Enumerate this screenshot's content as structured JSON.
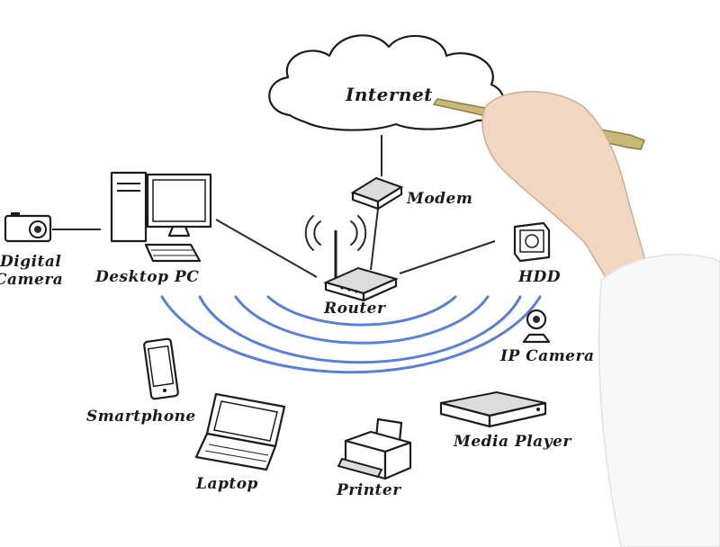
{
  "nodes": {
    "internet": "Internet",
    "modem": "Modem",
    "router": "Router",
    "desktop_pc": "Desktop PC",
    "digital_camera_line1": "Digital",
    "digital_camera_line2": "Camera",
    "hdd": "HDD",
    "ip_camera": "IP Camera",
    "smartphone": "Smartphone",
    "laptop": "Laptop",
    "printer": "Printer",
    "media_player": "Media Player"
  },
  "colors": {
    "wifi_waves": "#5b7fd6",
    "ink": "#1c1c1c",
    "pen": "#c9b978"
  },
  "icons": {
    "internet": "cloud-icon",
    "modem": "modem-icon",
    "router": "router-icon",
    "desktop_pc": "desktop-pc-icon",
    "digital_camera": "camera-icon",
    "hdd": "hdd-icon",
    "ip_camera": "webcam-icon",
    "smartphone": "smartphone-icon",
    "laptop": "laptop-icon",
    "printer": "printer-icon",
    "media_player": "media-player-icon"
  }
}
